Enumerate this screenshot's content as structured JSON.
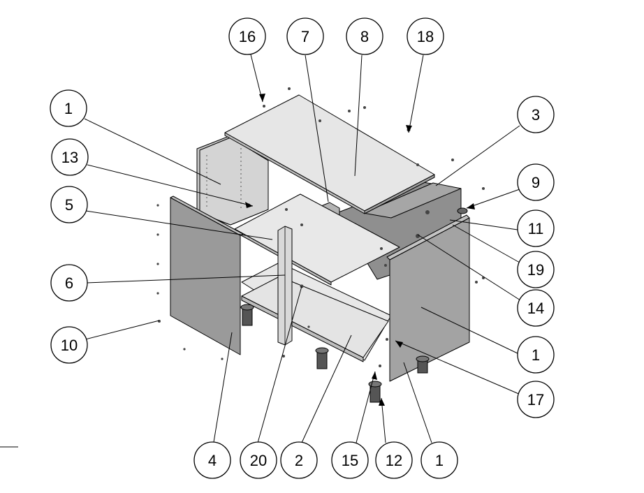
{
  "diagram": {
    "type": "exploded-assembly",
    "colors": {
      "panel_light": "#e6e6e6",
      "panel_mid": "#bdbdbd",
      "panel_dark": "#8f8f8f",
      "panel_door": "#9a9a9a",
      "line": "#000000",
      "background": "#ffffff"
    },
    "balloons": [
      {
        "id": "b16",
        "label": "16"
      },
      {
        "id": "b7",
        "label": "7"
      },
      {
        "id": "b8",
        "label": "8"
      },
      {
        "id": "b18",
        "label": "18"
      },
      {
        "id": "b1a",
        "label": "1"
      },
      {
        "id": "b3",
        "label": "3"
      },
      {
        "id": "b13",
        "label": "13"
      },
      {
        "id": "b9",
        "label": "9"
      },
      {
        "id": "b5",
        "label": "5"
      },
      {
        "id": "b11",
        "label": "11"
      },
      {
        "id": "b19",
        "label": "19"
      },
      {
        "id": "b6",
        "label": "6"
      },
      {
        "id": "b14",
        "label": "14"
      },
      {
        "id": "b10",
        "label": "10"
      },
      {
        "id": "b1b",
        "label": "1"
      },
      {
        "id": "b17",
        "label": "17"
      },
      {
        "id": "b4",
        "label": "4"
      },
      {
        "id": "b20",
        "label": "20"
      },
      {
        "id": "b2",
        "label": "2"
      },
      {
        "id": "b15",
        "label": "15"
      },
      {
        "id": "b12",
        "label": "12"
      },
      {
        "id": "b1c",
        "label": "1"
      }
    ]
  }
}
